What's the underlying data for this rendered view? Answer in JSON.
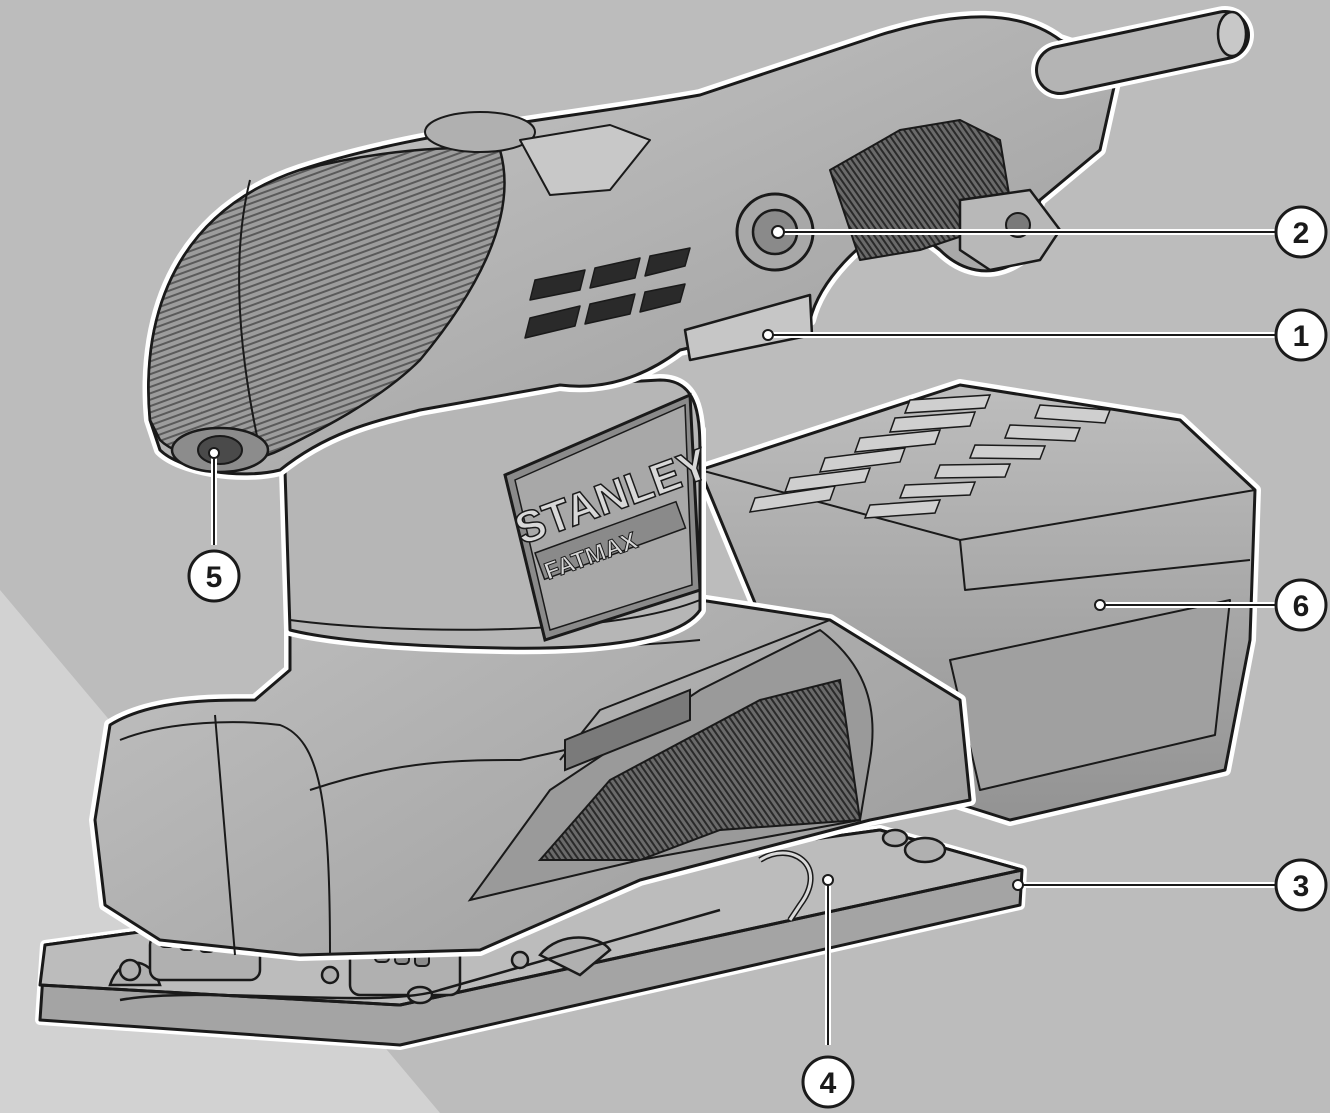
{
  "colors": {
    "background": "#bcbcbc",
    "background_light": "#d2d2d2",
    "body_gray": "#a9a9a9",
    "body_light": "#c4c4c4",
    "body_dark": "#8e8e8e",
    "outline": "#1a1a1a",
    "halo": "#ffffff",
    "callout_fill": "#ffffff"
  },
  "brand": {
    "name": "STANLEY",
    "line": "FATMAX"
  },
  "callouts": [
    {
      "id": "1",
      "label": "1"
    },
    {
      "id": "2",
      "label": "2"
    },
    {
      "id": "3",
      "label": "3"
    },
    {
      "id": "4",
      "label": "4"
    },
    {
      "id": "5",
      "label": "5"
    },
    {
      "id": "6",
      "label": "6"
    }
  ]
}
